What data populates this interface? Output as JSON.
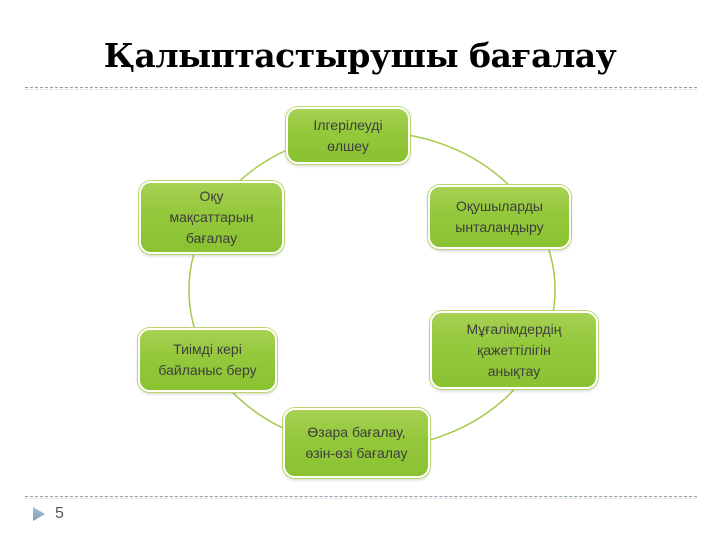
{
  "slide": {
    "title": "Қалыптастырушы бағалау",
    "page_number": "5"
  },
  "diagram": {
    "type": "cycle",
    "nodes": [
      {
        "id": "measure-progress",
        "text": "Ілгерілеуді\nөлшеу"
      },
      {
        "id": "motivate-students",
        "text": "Оқушыларды\nынталандыру"
      },
      {
        "id": "identify-teacher-needs",
        "text": "Мұғалімдердің\nқажеттілігін\nанықтау"
      },
      {
        "id": "peer-and-self-assessment",
        "text": "Өзара бағалау,\nөзін-өзі бағалау"
      },
      {
        "id": "effective-feedback",
        "text": "Тиімді кері\nбайланыс беру"
      },
      {
        "id": "assess-learning-objectives",
        "text": "Оқу\nмақсаттарын\nбағалау"
      }
    ]
  },
  "colors": {
    "node_green": "#95c93d",
    "node_border": "#ffffff",
    "node_ring": "#b9d76c",
    "node_text": "#3e3e3e",
    "connector_arc": "#a3cb4a",
    "divider_dash": "#8f9fab",
    "arrow_blue": "#8ba4c2",
    "page_number_gray": "#595959",
    "title_black": "#000000"
  }
}
